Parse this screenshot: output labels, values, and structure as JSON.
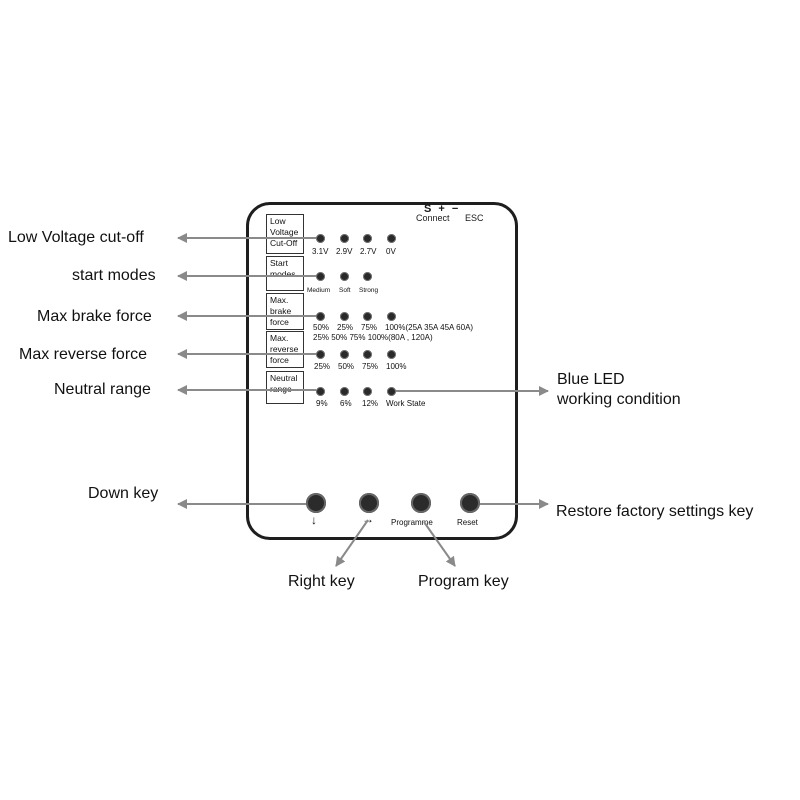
{
  "device": {
    "top_labels": {
      "connector": "S + −",
      "connect": "Connect",
      "esc": "ESC"
    },
    "rows": {
      "low_voltage": {
        "box_lines": [
          "Low",
          "Voltage",
          "Cut-Off"
        ],
        "values": [
          "3.1V",
          "2.9V",
          "2.7V",
          "0V"
        ]
      },
      "start_mode": {
        "box_lines": [
          "Start",
          "modes"
        ],
        "values": [
          "Medium",
          "Soft",
          "Strong"
        ]
      },
      "brake": {
        "box_lines": [
          "Max.",
          "brake",
          "force"
        ],
        "values": [
          "50%",
          "25%",
          "75%",
          "100%(25A  35A  45A  60A)"
        ]
      },
      "reverse": {
        "box_lines": [
          "Max.",
          "reverse",
          "force"
        ],
        "values_line1": "25%  50%  75%  100%(80A , 120A)",
        "values": [
          "25%",
          "50%",
          "75%",
          "100%"
        ]
      },
      "neutral": {
        "box_lines": [
          "Neutral",
          "range"
        ],
        "values": [
          "9%",
          "6%",
          "12%",
          "Work State"
        ]
      }
    },
    "keys": {
      "down_symbol": "↓",
      "right_symbol": "→",
      "programme": "Programme",
      "reset": "Reset"
    }
  },
  "annotations": {
    "low_voltage": "Low Voltage cut-off",
    "start_modes": "start modes",
    "max_brake": "Max brake force",
    "max_reverse": "Max reverse force",
    "neutral": "Neutral range",
    "blue_led_1": "Blue LED",
    "blue_led_2": "working condition",
    "down_key": "Down key",
    "restore_key": "Restore factory settings key",
    "right_key": "Right key",
    "program_key": "Program key"
  },
  "colors": {
    "arrow": "#8a8a8a",
    "card_border": "#1e1e1e",
    "led": "#2a2a2a"
  }
}
